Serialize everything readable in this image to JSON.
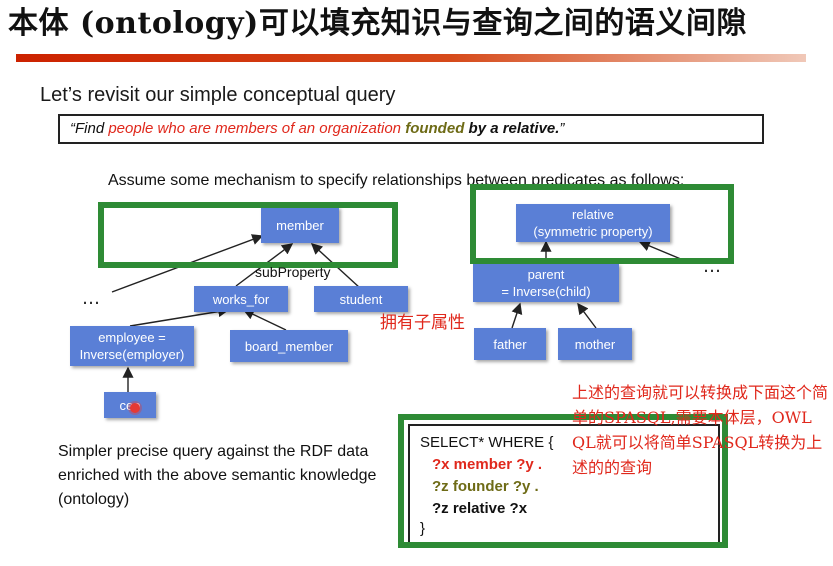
{
  "page": {
    "title": "本体 (ontology)可以填充知识与查询之间的语义间隙",
    "subtitle": "Let’s revisit our simple conceptual query",
    "quote": {
      "open": "“Find ",
      "red": "people who are members of an organization",
      "olive": "founded",
      "bold": "by a relative.",
      "close": "”"
    },
    "assume": "Assume some mechanism to specify relationships between predicates as follows:",
    "subproperty_label": "subProperty",
    "annotation_red": "拥有子属性",
    "dots": "…",
    "simpler_text": "Simpler precise query against the RDF data enriched with the above semantic knowledge (ontology)",
    "annotation_right": "上述的查询就可以转换成下面这个简单的SPASQL,需要本体层，OWL QL就可以将简单SPASQL转换为上述的的查询"
  },
  "nodes": {
    "member": "member",
    "works_for": "works_for",
    "student": "student",
    "employee_line1": "employee =",
    "employee_line2": "Inverse(employer)",
    "board_member": "board_member",
    "ceo": "ceo",
    "relative_line1": "relative",
    "relative_line2": "(symmetric property)",
    "parent_line1": "parent",
    "parent_line2": "= Inverse(child)",
    "father": "father",
    "mother": "mother"
  },
  "query": {
    "line1": "SELECT* WHERE {",
    "line2": "?x member ?y .",
    "line3": "?z founder ?y .",
    "line4": "?z relative ?x",
    "line5": "}"
  },
  "colors": {
    "node_blue": "#5a7fd6",
    "highlight_green": "#2e8b35",
    "red_text": "#e0281c",
    "olive_text": "#6e6b16"
  }
}
